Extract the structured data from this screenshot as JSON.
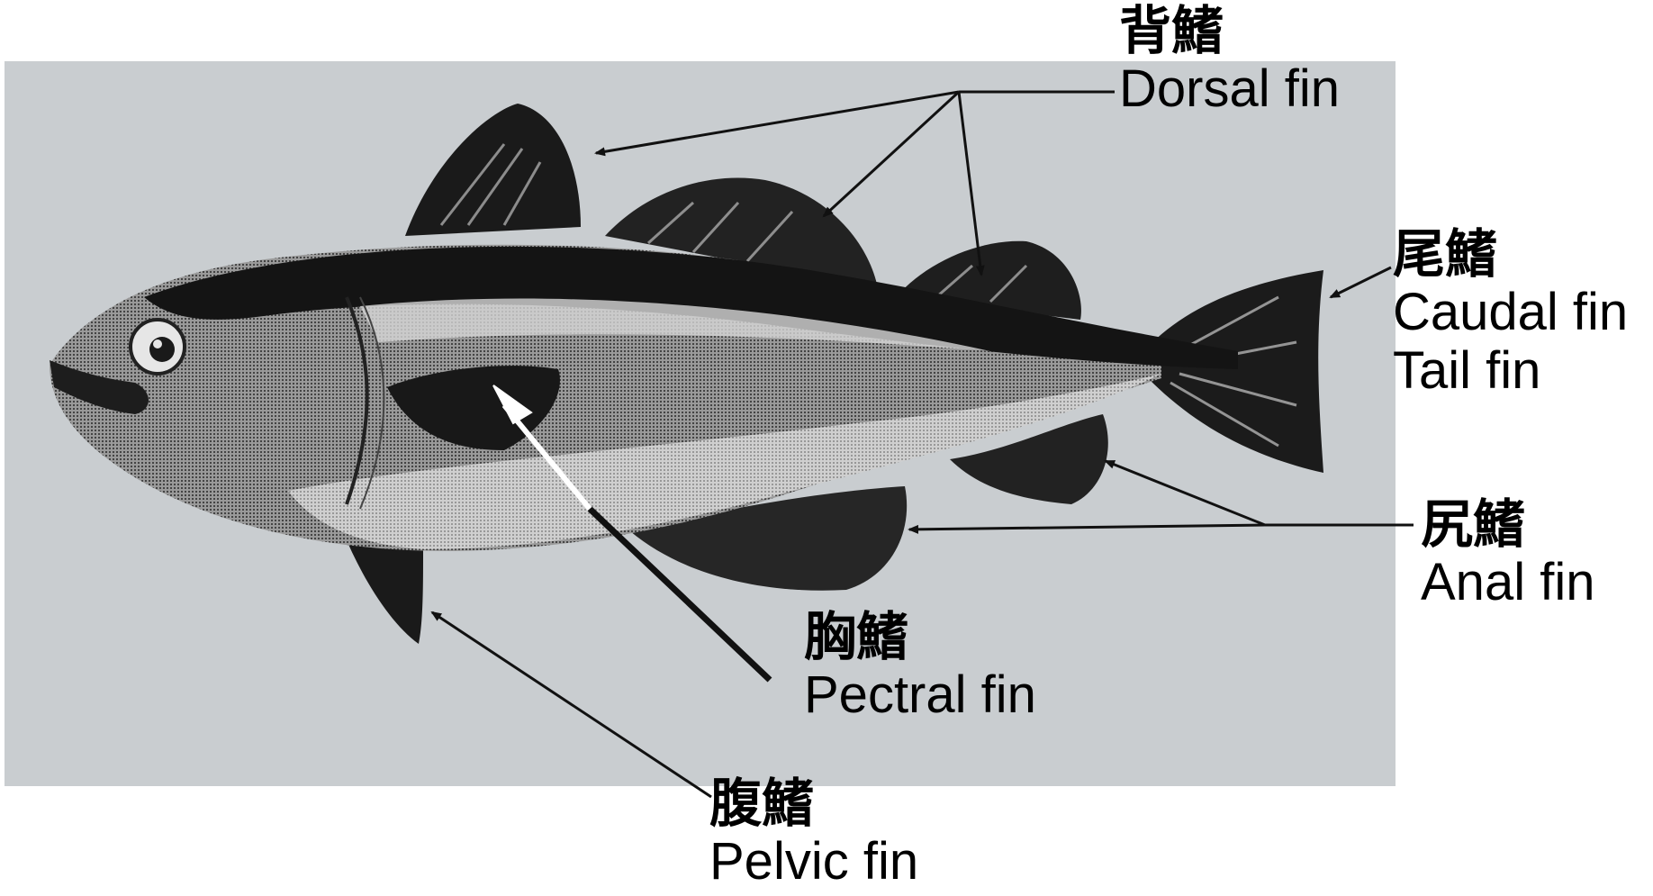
{
  "labels": {
    "dorsal": {
      "zh": "背鰭",
      "en": "Dorsal fin"
    },
    "caudal": {
      "zh": "尾鰭",
      "en": "Caudal fin",
      "en2": "Tail fin"
    },
    "anal": {
      "zh": "尻鰭",
      "en": "Anal fin"
    },
    "pectoral": {
      "zh": "胸鰭",
      "en": "Pectral fin"
    },
    "pelvic": {
      "zh": "腹鰭",
      "en": "Pelvic fin"
    }
  },
  "colors": {
    "photo_bg": "#c9cdd0",
    "fish_dark": "#141414",
    "fish_mid": "#6e6e6e",
    "fish_light": "#bdbdbd",
    "line": "#111111"
  }
}
